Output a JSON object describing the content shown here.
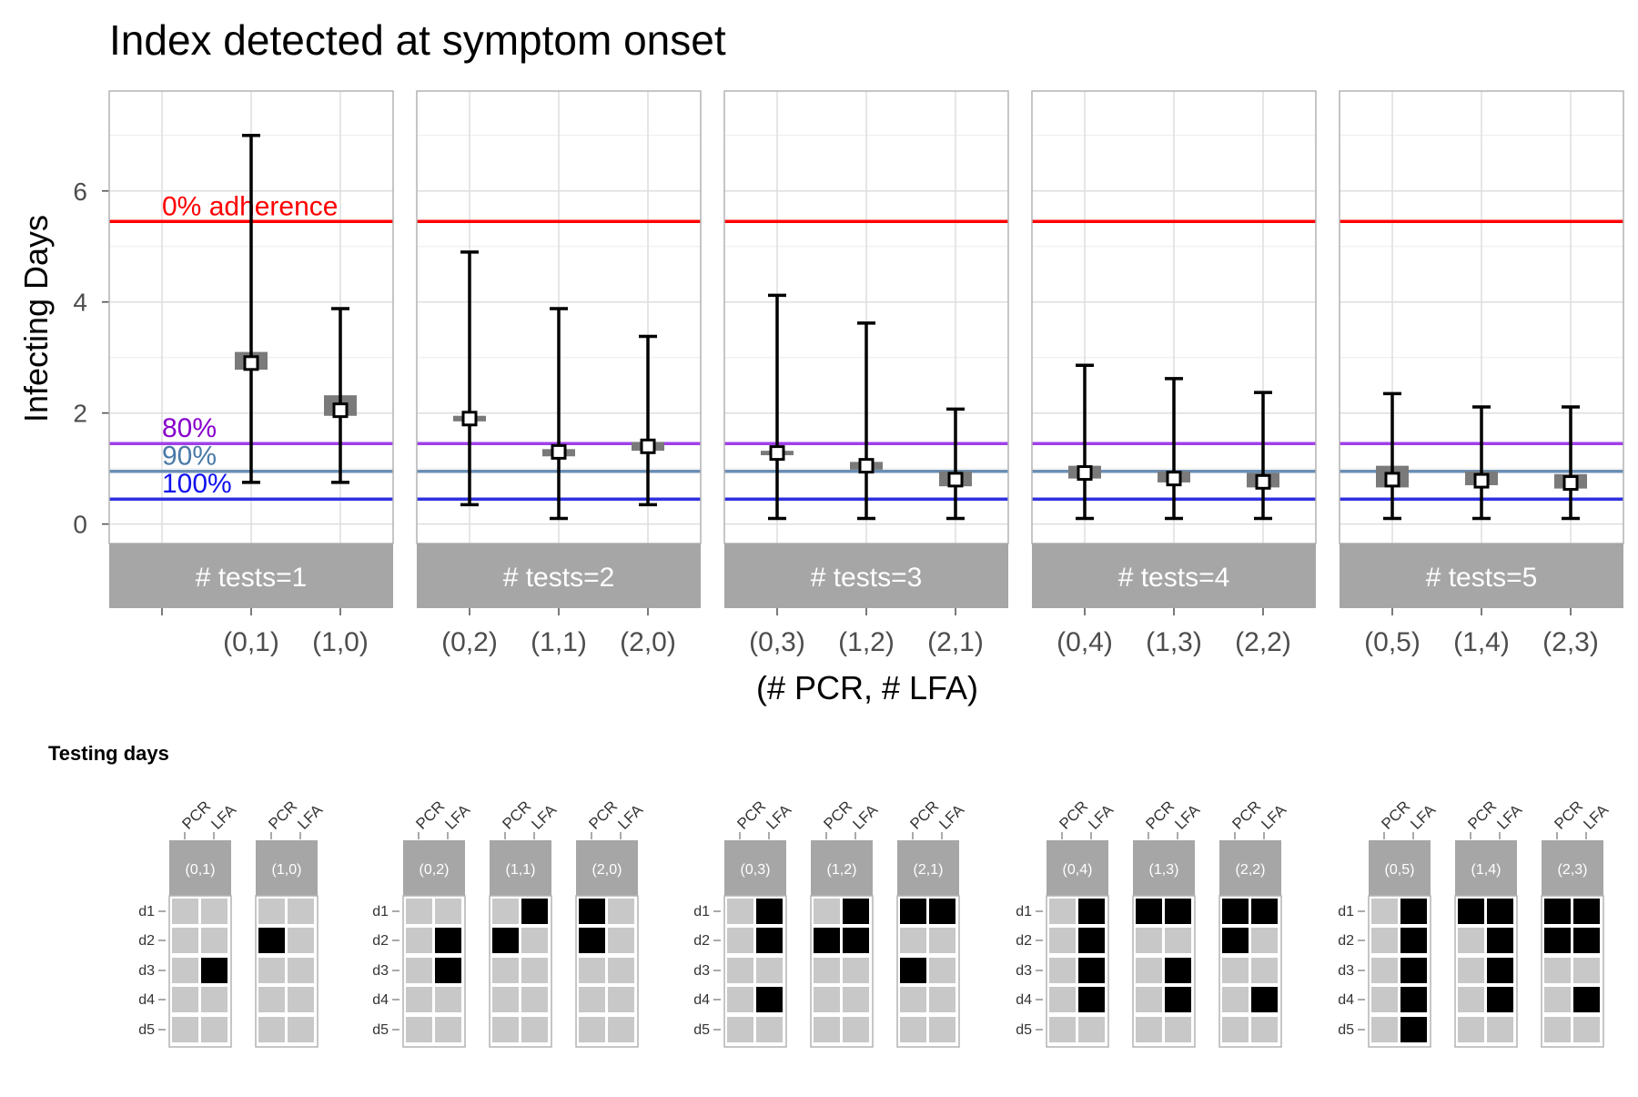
{
  "chart_data": [
    {
      "type": "errorbar",
      "title": "Index detected at symptom onset",
      "xlabel": "(# PCR, # LFA)",
      "ylabel": "Infecting Days",
      "ylim": [
        -0.35,
        7.8
      ],
      "yticks": [
        0,
        2,
        4,
        6
      ],
      "grid": true,
      "reference_lines": [
        {
          "label": "0% adherence",
          "value": 5.45,
          "color": "#ff0000"
        },
        {
          "label": "80%",
          "value": 1.45,
          "color": "#a040e8"
        },
        {
          "label": "90%",
          "value": 0.95,
          "color": "#6b8fb5"
        },
        {
          "label": "100%",
          "value": 0.45,
          "color": "#3030e0"
        }
      ],
      "label_colors": {
        "80%": "#8800cc",
        "90%": "#4a7aa8",
        "100%": "#1010ee"
      },
      "panels": [
        {
          "label": "# tests=1",
          "categories": [
            "",
            "(0,1)",
            "(1,0)"
          ],
          "points": [
            {
              "x": "(0,1)",
              "y": 2.9,
              "low": 0.75,
              "high": 7.0,
              "band_low": 2.78,
              "band_high": 3.1
            },
            {
              "x": "(1,0)",
              "y": 2.05,
              "low": 0.75,
              "high": 3.88,
              "band_low": 1.95,
              "band_high": 2.32
            }
          ]
        },
        {
          "label": "# tests=2",
          "categories": [
            "(0,2)",
            "(1,1)",
            "(2,0)"
          ],
          "points": [
            {
              "x": "(0,2)",
              "y": 1.9,
              "low": 0.35,
              "high": 4.9,
              "band_low": 1.85,
              "band_high": 1.95
            },
            {
              "x": "(1,1)",
              "y": 1.3,
              "low": 0.1,
              "high": 3.88,
              "band_low": 1.22,
              "band_high": 1.35
            },
            {
              "x": "(2,0)",
              "y": 1.4,
              "low": 0.35,
              "high": 3.38,
              "band_low": 1.32,
              "band_high": 1.48
            }
          ]
        },
        {
          "label": "# tests=3",
          "categories": [
            "(0,3)",
            "(1,2)",
            "(2,1)"
          ],
          "points": [
            {
              "x": "(0,3)",
              "y": 1.28,
              "low": 0.1,
              "high": 4.12,
              "band_low": 1.24,
              "band_high": 1.32
            },
            {
              "x": "(1,2)",
              "y": 1.05,
              "low": 0.1,
              "high": 3.62,
              "band_low": 0.98,
              "band_high": 1.12
            },
            {
              "x": "(2,1)",
              "y": 0.8,
              "low": 0.1,
              "high": 2.07,
              "band_low": 0.68,
              "band_high": 0.95
            }
          ]
        },
        {
          "label": "# tests=4",
          "categories": [
            "(0,4)",
            "(1,3)",
            "(2,2)"
          ],
          "points": [
            {
              "x": "(0,4)",
              "y": 0.92,
              "low": 0.1,
              "high": 2.86,
              "band_low": 0.82,
              "band_high": 1.05
            },
            {
              "x": "(1,3)",
              "y": 0.82,
              "low": 0.1,
              "high": 2.62,
              "band_low": 0.75,
              "band_high": 0.95
            },
            {
              "x": "(2,2)",
              "y": 0.76,
              "low": 0.1,
              "high": 2.37,
              "band_low": 0.66,
              "band_high": 0.92
            }
          ]
        },
        {
          "label": "# tests=5",
          "categories": [
            "(0,5)",
            "(1,4)",
            "(2,3)"
          ],
          "points": [
            {
              "x": "(0,5)",
              "y": 0.8,
              "low": 0.1,
              "high": 2.35,
              "band_low": 0.66,
              "band_high": 1.05
            },
            {
              "x": "(1,4)",
              "y": 0.78,
              "low": 0.1,
              "high": 2.11,
              "band_low": 0.7,
              "band_high": 0.95
            },
            {
              "x": "(2,3)",
              "y": 0.74,
              "low": 0.1,
              "high": 2.11,
              "band_low": 0.64,
              "band_high": 0.9
            }
          ]
        }
      ]
    },
    {
      "type": "heatmap",
      "title": "Testing days",
      "columns": [
        "PCR",
        "LFA"
      ],
      "rows": [
        "d1",
        "d2",
        "d3",
        "d4",
        "d5"
      ],
      "cell_colors": {
        "tested": "#000000",
        "not_tested": "#c8c8c8"
      },
      "groups": [
        {
          "strategies": [
            {
              "label": "(0,1)",
              "tested": [
                [
                  3,
                  "LFA"
                ]
              ]
            },
            {
              "label": "(1,0)",
              "tested": [
                [
                  2,
                  "PCR"
                ]
              ]
            }
          ]
        },
        {
          "strategies": [
            {
              "label": "(0,2)",
              "tested": [
                [
                  2,
                  "LFA"
                ],
                [
                  3,
                  "LFA"
                ]
              ]
            },
            {
              "label": "(1,1)",
              "tested": [
                [
                  1,
                  "LFA"
                ],
                [
                  2,
                  "PCR"
                ]
              ]
            },
            {
              "label": "(2,0)",
              "tested": [
                [
                  1,
                  "PCR"
                ],
                [
                  2,
                  "PCR"
                ]
              ]
            }
          ]
        },
        {
          "strategies": [
            {
              "label": "(0,3)",
              "tested": [
                [
                  1,
                  "LFA"
                ],
                [
                  2,
                  "LFA"
                ],
                [
                  4,
                  "LFA"
                ]
              ]
            },
            {
              "label": "(1,2)",
              "tested": [
                [
                  1,
                  "LFA"
                ],
                [
                  2,
                  "PCR"
                ],
                [
                  2,
                  "LFA"
                ]
              ]
            },
            {
              "label": "(2,1)",
              "tested": [
                [
                  1,
                  "PCR"
                ],
                [
                  1,
                  "LFA"
                ],
                [
                  3,
                  "PCR"
                ]
              ]
            }
          ]
        },
        {
          "strategies": [
            {
              "label": "(0,4)",
              "tested": [
                [
                  1,
                  "LFA"
                ],
                [
                  2,
                  "LFA"
                ],
                [
                  3,
                  "LFA"
                ],
                [
                  4,
                  "LFA"
                ]
              ]
            },
            {
              "label": "(1,3)",
              "tested": [
                [
                  1,
                  "PCR"
                ],
                [
                  1,
                  "LFA"
                ],
                [
                  3,
                  "LFA"
                ],
                [
                  4,
                  "LFA"
                ]
              ]
            },
            {
              "label": "(2,2)",
              "tested": [
                [
                  1,
                  "PCR"
                ],
                [
                  1,
                  "LFA"
                ],
                [
                  2,
                  "PCR"
                ],
                [
                  4,
                  "LFA"
                ]
              ]
            }
          ]
        },
        {
          "strategies": [
            {
              "label": "(0,5)",
              "tested": [
                [
                  1,
                  "LFA"
                ],
                [
                  2,
                  "LFA"
                ],
                [
                  3,
                  "LFA"
                ],
                [
                  4,
                  "LFA"
                ],
                [
                  5,
                  "LFA"
                ]
              ]
            },
            {
              "label": "(1,4)",
              "tested": [
                [
                  1,
                  "PCR"
                ],
                [
                  1,
                  "LFA"
                ],
                [
                  2,
                  "LFA"
                ],
                [
                  3,
                  "LFA"
                ],
                [
                  4,
                  "LFA"
                ]
              ]
            },
            {
              "label": "(2,3)",
              "tested": [
                [
                  1,
                  "PCR"
                ],
                [
                  1,
                  "LFA"
                ],
                [
                  2,
                  "PCR"
                ],
                [
                  2,
                  "LFA"
                ],
                [
                  4,
                  "LFA"
                ]
              ]
            }
          ]
        }
      ]
    }
  ]
}
